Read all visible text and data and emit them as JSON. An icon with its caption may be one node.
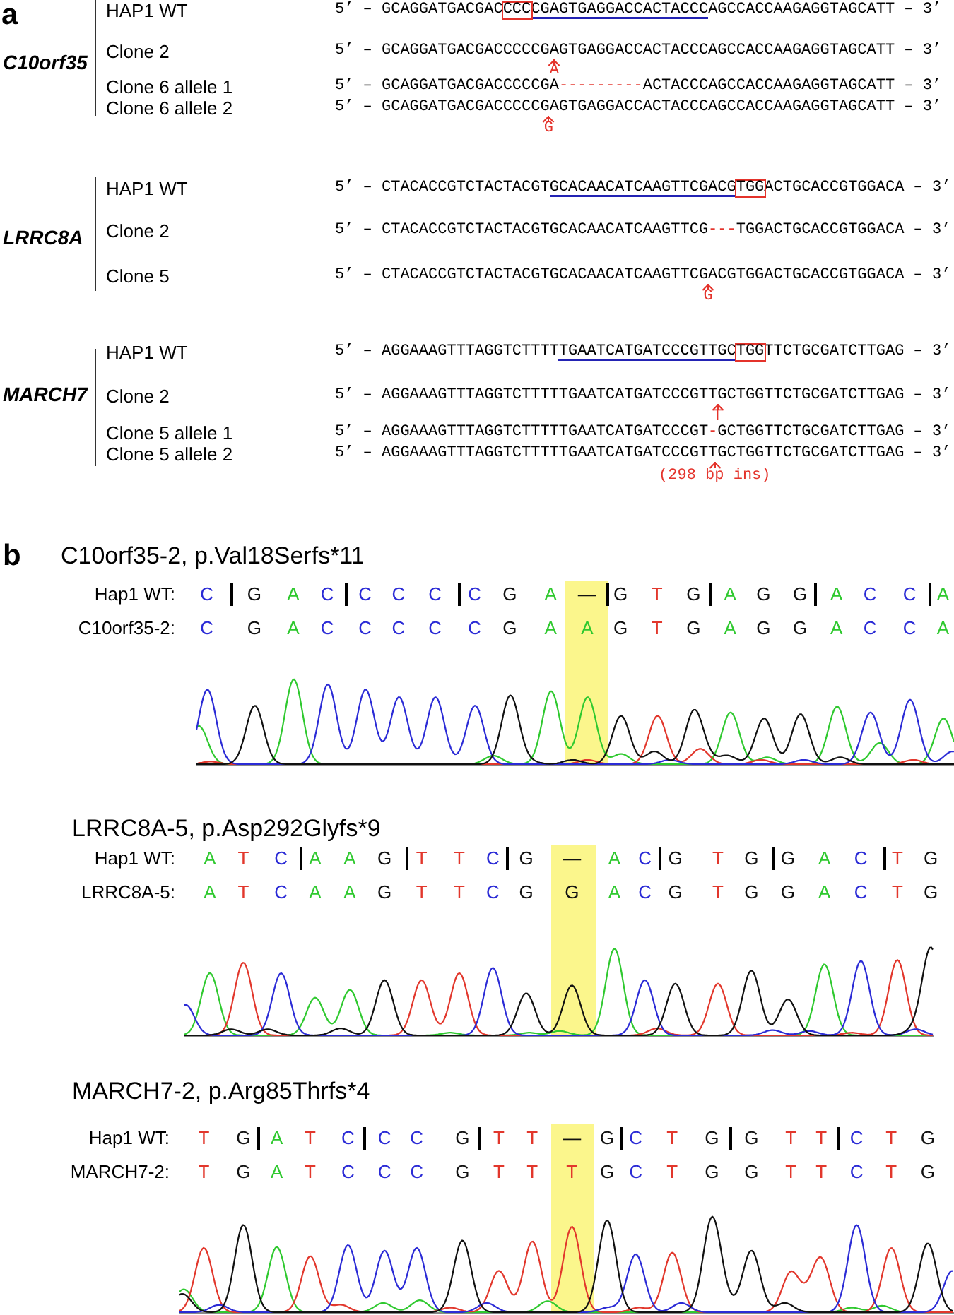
{
  "diagram": {
    "labels": [
      "a",
      "C10orf35",
      "HAP1 WT",
      "5’ – GCAGGATGACGACCCCCGAGTGAGGACCACTACCCAGCCACCAAGAGGTAGCATT – 3’",
      "Clone 2",
      "5’ – GCAGGATGACGACCCCCGAGTGAGGACCACTACCCAGCCACCAAGAGGTAGCATT – 3’",
      "A",
      "Clone 6 allele 1",
      "5’ – GCAGGATGACGACCCCCGA---------ACTACCCAGCCACCAAGAGGTAGCATT – 3’",
      "Clone 6 allele 2",
      "5’ – GCAGGATGACGACCCCCGAGTGAGGACCACTACCCAGCCACCAAGAGGTAGCATT – 3’",
      "G",
      "LRRC8A",
      "HAP1 WT",
      "5’ – CTACACCGTCTACTACGTGCACAACATCAAGTTCGACGTGGACTGCACCGTGGACA – 3’",
      "Clone 2",
      "5’ – CTACACCGTCTACTACGTGCACAACATCAAGTTCG---TGGACTGCACCGTGGACA – 3’",
      "Clone 5",
      "5’ – CTACACCGTCTACTACGTGCACAACATCAAGTTCGACGTGGACTGCACCGTGGACA – 3’",
      "G",
      "MARCH7",
      "HAP1 WT",
      "5’ – AGGAAAGTTTAGGTCTTTTTGAATCATGATCCCGTTGCTGGTTCTGCGATCTTGAG – 3’",
      "Clone 2",
      "5’ – AGGAAAGTTTAGGTCTTTTTGAATCATGATCCCGTTGCTGGTTCTGCGATCTTGAG – 3’",
      "T",
      "Clone 5 allele 1",
      "5’ – AGGAAAGTTTAGGTCTTTTTGAATCATGATCCCGT-GCTGGTTCTGCGATCTTGAG – 3’",
      "Clone 5 allele 2",
      "5’ – AGGAAAGTTTAGGTCTTTTTGAATCATGATCCCGTTGCTGGTTCTGCGATCTTGAG – 3’",
      "(298 bp ins)",
      "b",
      "C10orf35-2, p.Val18Serfs*11",
      "Hap1 WT:",
      "C G A C C C C C G A — G T G A G G A C C A",
      "C10orf35-2:",
      "C G A C C C C C G A A G T G A G G A C C A",
      "LRRC8A-5, p.Asp292Glyfs*9",
      "Hap1 WT:",
      "A T C A A G T T C G — A C G T G G A C T G",
      "LRRC8A-5:",
      "A T C A A G T T C G G A C G T G G A C T G",
      "MARCH7-2, p.Arg85Thrfs*4",
      "Hap1 WT:",
      "T G A T C C C G T T — G C T G G T T C T G",
      "MARCH7-2:",
      "T G A T C C C G T T T G C T G G T T C T G"
    ]
  }
}
